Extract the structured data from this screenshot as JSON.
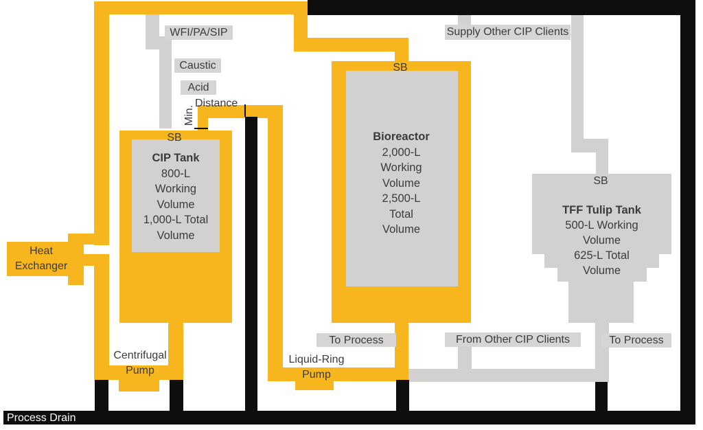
{
  "colors": {
    "yellow": "#F7B61D",
    "gray": "#D2D1D0",
    "labelbg": "#D6D5D3",
    "black": "#0E0E0E",
    "ink": "#3B3B3B",
    "paper": "#FFFFFF"
  },
  "labels": {
    "wfi": "WFI/PA/SIP",
    "caustic": "Caustic",
    "acid": "Acid",
    "min": "Min.",
    "distance": "Distance",
    "supply_other_cip": "Supply Other CIP Clients",
    "from_other_cip": "From Other CIP Clients",
    "to_process_left": "To Process",
    "to_process_right": "To Process",
    "process_drain": "Process Drain",
    "sb_cip_tank": "SB",
    "sb_bioreactor": "SB",
    "sb_tff_tank": "SB"
  },
  "equipment": {
    "heat_exchanger": {
      "line1": "Heat",
      "line2": "Exchanger"
    },
    "centrifugal_pump": {
      "line1": "Centrifugal",
      "line2": "Pump"
    },
    "liquid_ring_pump": {
      "line1": "Liquid-Ring",
      "line2": "Pump"
    },
    "cip_tank": {
      "title": "CIP Tank",
      "lines": [
        "800-L",
        "Working",
        "Volume",
        "1,000-L Total",
        "Volume"
      ]
    },
    "bioreactor": {
      "title": "Bioreactor",
      "lines": [
        "2,000-L",
        "Working",
        "Volume",
        "2,500-L",
        "Total",
        "Volume"
      ]
    },
    "tff_tank": {
      "title": "TFF Tulip Tank",
      "lines": [
        "500-L Working",
        "Volume",
        "625-L Total",
        "Volume"
      ]
    }
  }
}
